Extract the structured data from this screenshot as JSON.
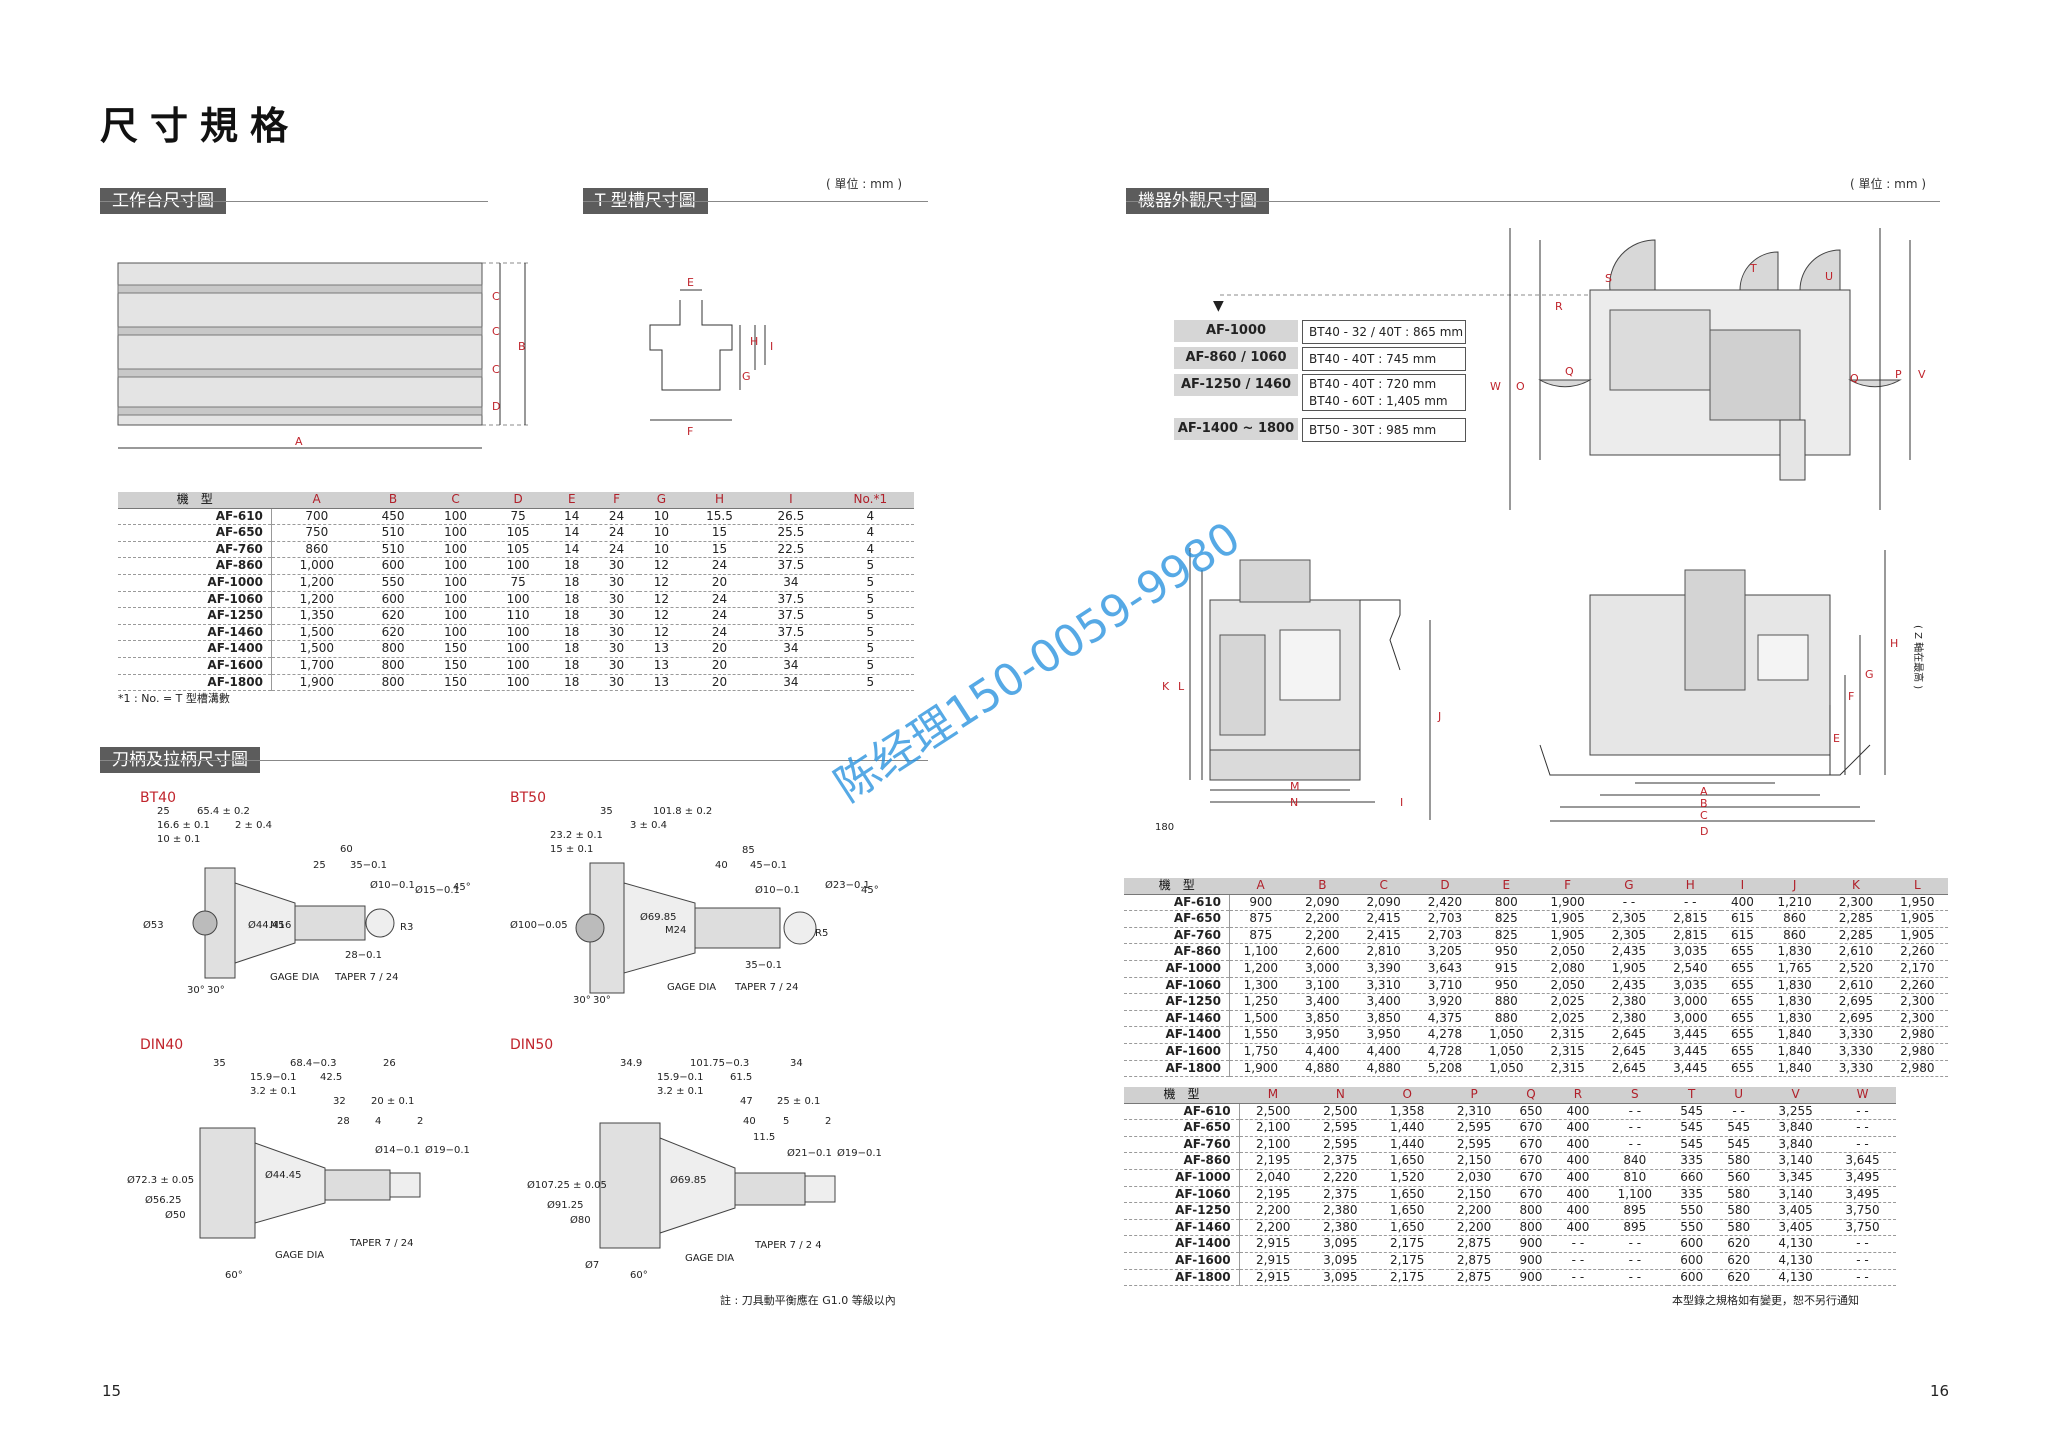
{
  "title": "尺寸規格",
  "unit_left": "( 單位 : mm )",
  "unit_right": "( 單位 : mm )",
  "sections": {
    "worktable": "工作台尺寸圖",
    "tslot": "T 型槽尺寸圖",
    "appearance": "機器外觀尺寸圖",
    "toolholder": "刀柄及拉柄尺寸圖"
  },
  "worktable_labels": {
    "A": "A",
    "B": "B",
    "C": "C",
    "D": "D"
  },
  "tslot_labels": {
    "E": "E",
    "F": "F",
    "G": "G",
    "H": "H",
    "I": "I"
  },
  "table1": {
    "headers": [
      "機　型",
      "A",
      "B",
      "C",
      "D",
      "E",
      "F",
      "G",
      "H",
      "I",
      "No.*1"
    ],
    "rows": [
      [
        "AF-610",
        "700",
        "450",
        "100",
        "75",
        "14",
        "24",
        "10",
        "15.5",
        "26.5",
        "4"
      ],
      [
        "AF-650",
        "750",
        "510",
        "100",
        "105",
        "14",
        "24",
        "10",
        "15",
        "25.5",
        "4"
      ],
      [
        "AF-760",
        "860",
        "510",
        "100",
        "105",
        "14",
        "24",
        "10",
        "15",
        "22.5",
        "4"
      ],
      [
        "AF-860",
        "1,000",
        "600",
        "100",
        "100",
        "18",
        "30",
        "12",
        "24",
        "37.5",
        "5"
      ],
      [
        "AF-1000",
        "1,200",
        "550",
        "100",
        "75",
        "18",
        "30",
        "12",
        "20",
        "34",
        "5"
      ],
      [
        "AF-1060",
        "1,200",
        "600",
        "100",
        "100",
        "18",
        "30",
        "12",
        "24",
        "37.5",
        "5"
      ],
      [
        "AF-1250",
        "1,350",
        "620",
        "100",
        "110",
        "18",
        "30",
        "12",
        "24",
        "37.5",
        "5"
      ],
      [
        "AF-1460",
        "1,500",
        "620",
        "100",
        "100",
        "18",
        "30",
        "12",
        "24",
        "37.5",
        "5"
      ],
      [
        "AF-1400",
        "1,500",
        "800",
        "150",
        "100",
        "18",
        "30",
        "13",
        "20",
        "34",
        "5"
      ],
      [
        "AF-1600",
        "1,700",
        "800",
        "150",
        "100",
        "18",
        "30",
        "13",
        "20",
        "34",
        "5"
      ],
      [
        "AF-1800",
        "1,900",
        "800",
        "150",
        "100",
        "18",
        "30",
        "13",
        "20",
        "34",
        "5"
      ]
    ],
    "note": "*1 : No. = T 型槽溝數"
  },
  "code_list": [
    {
      "model": "AF-1000",
      "codes": [
        "BT40 - 32 / 40T : 865 mm"
      ]
    },
    {
      "model": "AF-860 / 1060",
      "codes": [
        "BT40 - 40T : 745 mm"
      ]
    },
    {
      "model": "AF-1250 / 1460",
      "codes": [
        "BT40 - 40T : 720 mm",
        "BT40 - 60T : 1,405 mm"
      ]
    },
    {
      "model": "AF-1400 ~ 1800",
      "codes": [
        "BT50 - 30T : 985 mm"
      ]
    }
  ],
  "machine_labels": {
    "S": "S",
    "T": "T",
    "U": "U",
    "R": "R",
    "W": "W",
    "O": "O",
    "Q": "Q",
    "P": "P",
    "V": "V",
    "K": "K",
    "L": "L",
    "J": "J",
    "M": "M",
    "N": "N",
    "I": "I",
    "dim180": "180",
    "A": "A",
    "B": "B",
    "C": "C",
    "D": "D",
    "E": "E",
    "F": "F",
    "G": "G",
    "H": "H",
    "zaxis": "( Z 軸在最高 )"
  },
  "table2": {
    "headers": [
      "機　型",
      "A",
      "B",
      "C",
      "D",
      "E",
      "F",
      "G",
      "H",
      "I",
      "J",
      "K",
      "L"
    ],
    "rows": [
      [
        "AF-610",
        "900",
        "2,090",
        "2,090",
        "2,420",
        "800",
        "1,900",
        "- -",
        "- -",
        "400",
        "1,210",
        "2,300",
        "1,950"
      ],
      [
        "AF-650",
        "875",
        "2,200",
        "2,415",
        "2,703",
        "825",
        "1,905",
        "2,305",
        "2,815",
        "615",
        "860",
        "2,285",
        "1,905"
      ],
      [
        "AF-760",
        "875",
        "2,200",
        "2,415",
        "2,703",
        "825",
        "1,905",
        "2,305",
        "2,815",
        "615",
        "860",
        "2,285",
        "1,905"
      ],
      [
        "AF-860",
        "1,100",
        "2,600",
        "2,810",
        "3,205",
        "950",
        "2,050",
        "2,435",
        "3,035",
        "655",
        "1,830",
        "2,610",
        "2,260"
      ],
      [
        "AF-1000",
        "1,200",
        "3,000",
        "3,390",
        "3,643",
        "915",
        "2,080",
        "1,905",
        "2,540",
        "655",
        "1,765",
        "2,520",
        "2,170"
      ],
      [
        "AF-1060",
        "1,300",
        "3,100",
        "3,310",
        "3,710",
        "950",
        "2,050",
        "2,435",
        "3,035",
        "655",
        "1,830",
        "2,610",
        "2,260"
      ],
      [
        "AF-1250",
        "1,250",
        "3,400",
        "3,400",
        "3,920",
        "880",
        "2,025",
        "2,380",
        "3,000",
        "655",
        "1,830",
        "2,695",
        "2,300"
      ],
      [
        "AF-1460",
        "1,500",
        "3,850",
        "3,850",
        "4,375",
        "880",
        "2,025",
        "2,380",
        "3,000",
        "655",
        "1,830",
        "2,695",
        "2,300"
      ],
      [
        "AF-1400",
        "1,550",
        "3,950",
        "3,950",
        "4,278",
        "1,050",
        "2,315",
        "2,645",
        "3,445",
        "655",
        "1,840",
        "3,330",
        "2,980"
      ],
      [
        "AF-1600",
        "1,750",
        "4,400",
        "4,400",
        "4,728",
        "1,050",
        "2,315",
        "2,645",
        "3,445",
        "655",
        "1,840",
        "3,330",
        "2,980"
      ],
      [
        "AF-1800",
        "1,900",
        "4,880",
        "4,880",
        "5,208",
        "1,050",
        "2,315",
        "2,645",
        "3,445",
        "655",
        "1,840",
        "3,330",
        "2,980"
      ]
    ]
  },
  "table3": {
    "headers": [
      "機　型",
      "M",
      "N",
      "O",
      "P",
      "Q",
      "R",
      "S",
      "T",
      "U",
      "V",
      "W"
    ],
    "rows": [
      [
        "AF-610",
        "2,500",
        "2,500",
        "1,358",
        "2,310",
        "650",
        "400",
        "- -",
        "545",
        "- -",
        "3,255",
        "- -"
      ],
      [
        "AF-650",
        "2,100",
        "2,595",
        "1,440",
        "2,595",
        "670",
        "400",
        "- -",
        "545",
        "545",
        "3,840",
        "- -"
      ],
      [
        "AF-760",
        "2,100",
        "2,595",
        "1,440",
        "2,595",
        "670",
        "400",
        "- -",
        "545",
        "545",
        "3,840",
        "- -"
      ],
      [
        "AF-860",
        "2,195",
        "2,375",
        "1,650",
        "2,150",
        "670",
        "400",
        "840",
        "335",
        "580",
        "3,140",
        "3,645"
      ],
      [
        "AF-1000",
        "2,040",
        "2,220",
        "1,520",
        "2,030",
        "670",
        "400",
        "810",
        "660",
        "560",
        "3,345",
        "3,495"
      ],
      [
        "AF-1060",
        "2,195",
        "2,375",
        "1,650",
        "2,150",
        "670",
        "400",
        "1,100",
        "335",
        "580",
        "3,140",
        "3,495"
      ],
      [
        "AF-1250",
        "2,200",
        "2,380",
        "1,650",
        "2,200",
        "800",
        "400",
        "895",
        "550",
        "580",
        "3,405",
        "3,750"
      ],
      [
        "AF-1460",
        "2,200",
        "2,380",
        "1,650",
        "2,200",
        "800",
        "400",
        "895",
        "550",
        "580",
        "3,405",
        "3,750"
      ],
      [
        "AF-1400",
        "2,915",
        "3,095",
        "2,175",
        "2,875",
        "900",
        "- -",
        "- -",
        "600",
        "620",
        "4,130",
        "- -"
      ],
      [
        "AF-1600",
        "2,915",
        "3,095",
        "2,175",
        "2,875",
        "900",
        "- -",
        "- -",
        "600",
        "620",
        "4,130",
        "- -"
      ],
      [
        "AF-1800",
        "2,915",
        "3,095",
        "2,175",
        "2,875",
        "900",
        "- -",
        "- -",
        "600",
        "620",
        "4,130",
        "- -"
      ]
    ]
  },
  "tools": {
    "bt40": {
      "title": "BT40",
      "dims": [
        "25",
        "65.4 ± 0.2",
        "16.6 ± 0.1",
        "2 ± 0.4",
        "10 ± 0.1",
        "60",
        "25",
        "35−0.1",
        "Ø53",
        "Ø44.45",
        "M16",
        "Ø10−0.1",
        "28−0.1",
        "Ø15−0.1",
        "45°",
        "R3",
        "30°",
        "30°",
        "GAGE DIA",
        "TAPER 7 / 24"
      ]
    },
    "bt50": {
      "title": "BT50",
      "dims": [
        "35",
        "101.8 ± 0.2",
        "23.2 ± 0.1",
        "3 ± 0.4",
        "15 ± 0.1",
        "85",
        "40",
        "45−0.1",
        "Ø100−0.05",
        "Ø69.85",
        "M24",
        "Ø10−0.1",
        "35−0.1",
        "Ø23−0.1",
        "45°",
        "R5",
        "30°",
        "30°",
        "GAGE DIA",
        "TAPER 7 / 24"
      ]
    },
    "din40": {
      "title": "DIN40",
      "dims": [
        "35",
        "68.4−0.3",
        "26",
        "15.9−0.1",
        "42.5",
        "3.2 ± 0.1",
        "32",
        "20 ± 0.1",
        "28",
        "4",
        "2",
        "Ø72.3 ± 0.05",
        "Ø56.25",
        "Ø50",
        "Ø44.45",
        "Ø14−0.1",
        "Ø19−0.1",
        "60°",
        "GAGE DIA",
        "TAPER 7 / 24"
      ]
    },
    "din50": {
      "title": "DIN50",
      "dims": [
        "34.9",
        "101.75−0.3",
        "34",
        "15.9−0.1",
        "61.5",
        "3.2 ± 0.1",
        "47",
        "25 ± 0.1",
        "40",
        "5",
        "11.5",
        "2",
        "Ø107.25 ± 0.05",
        "Ø91.25",
        "Ø80",
        "Ø69.85",
        "Ø21−0.1",
        "Ø19−0.1",
        "Ø7",
        "60°",
        "GAGE DIA",
        "TAPER 7 / 2 4"
      ]
    }
  },
  "tool_note": "註 : 刀具動平衡應在 G1.0 等級以內",
  "right_note": "本型錄之規格如有變更，恕不另行通知",
  "page_left": "15",
  "page_right": "16",
  "watermark": "陈经理150-0059-9980"
}
